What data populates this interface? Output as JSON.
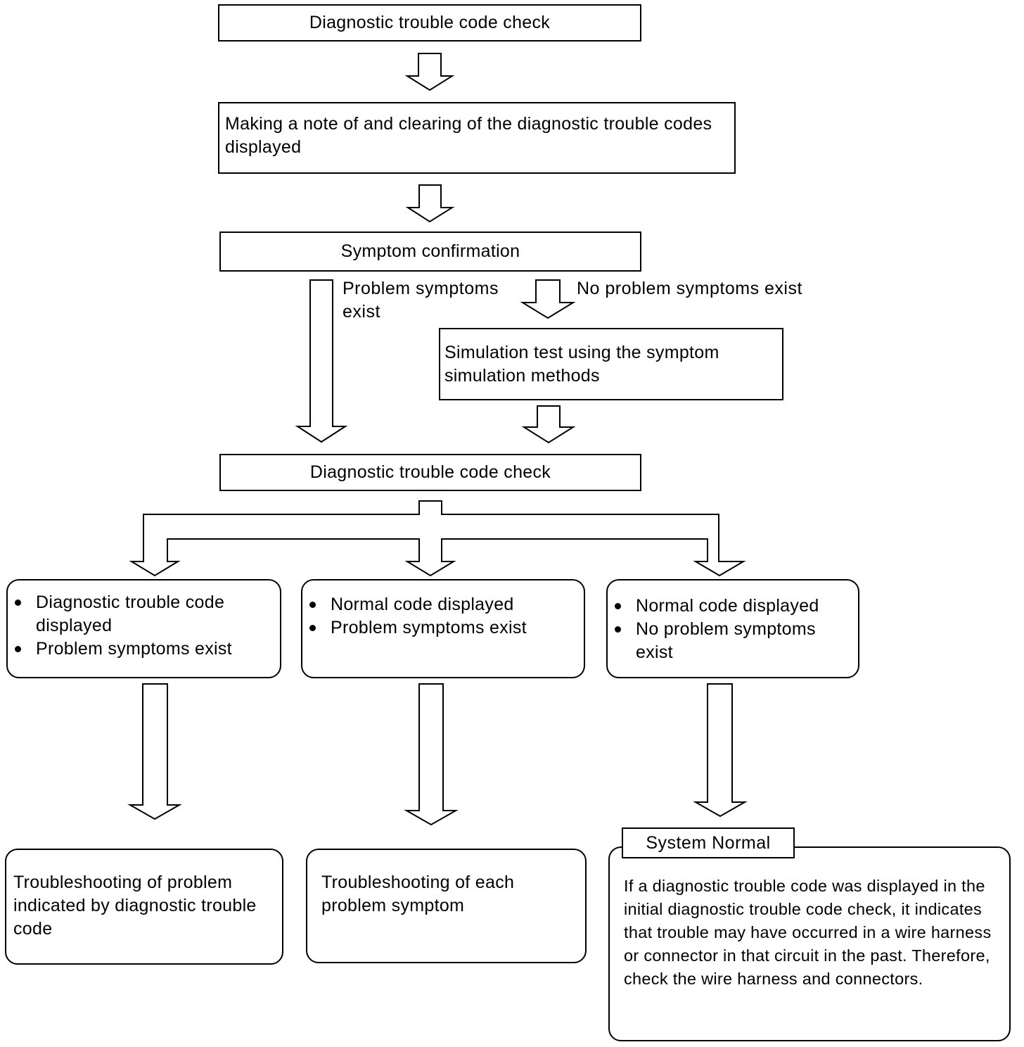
{
  "diagram": {
    "step1": "Diagnostic trouble code check",
    "step2": "Making a note of and clearing of the diagnostic trouble codes displayed",
    "step3": "Symptom confirmation",
    "branch_yes": "Problem symptoms exist",
    "branch_no": "No problem symptoms exist",
    "step4": "Simulation test using the symptom simulation methods",
    "step5": "Diagnostic trouble code check",
    "case_a": [
      "Diagnostic trouble code displayed",
      "Problem symptoms exist"
    ],
    "case_b": [
      "Normal code displayed",
      "Problem symptoms exist"
    ],
    "case_c": [
      "Normal code displayed",
      "No problem symptoms exist"
    ],
    "result_a": "Troubleshooting of problem indicated by diagnostic trouble code",
    "result_b": "Troubleshooting of each problem symptom",
    "result_c_title": "System Normal",
    "result_c_text": "If a diagnostic trouble code was displayed in the initial diagnostic trouble code check, it indicates that trouble may have occurred in a wire harness or connector in that circuit in the past. Therefore, check the wire harness and connectors."
  }
}
